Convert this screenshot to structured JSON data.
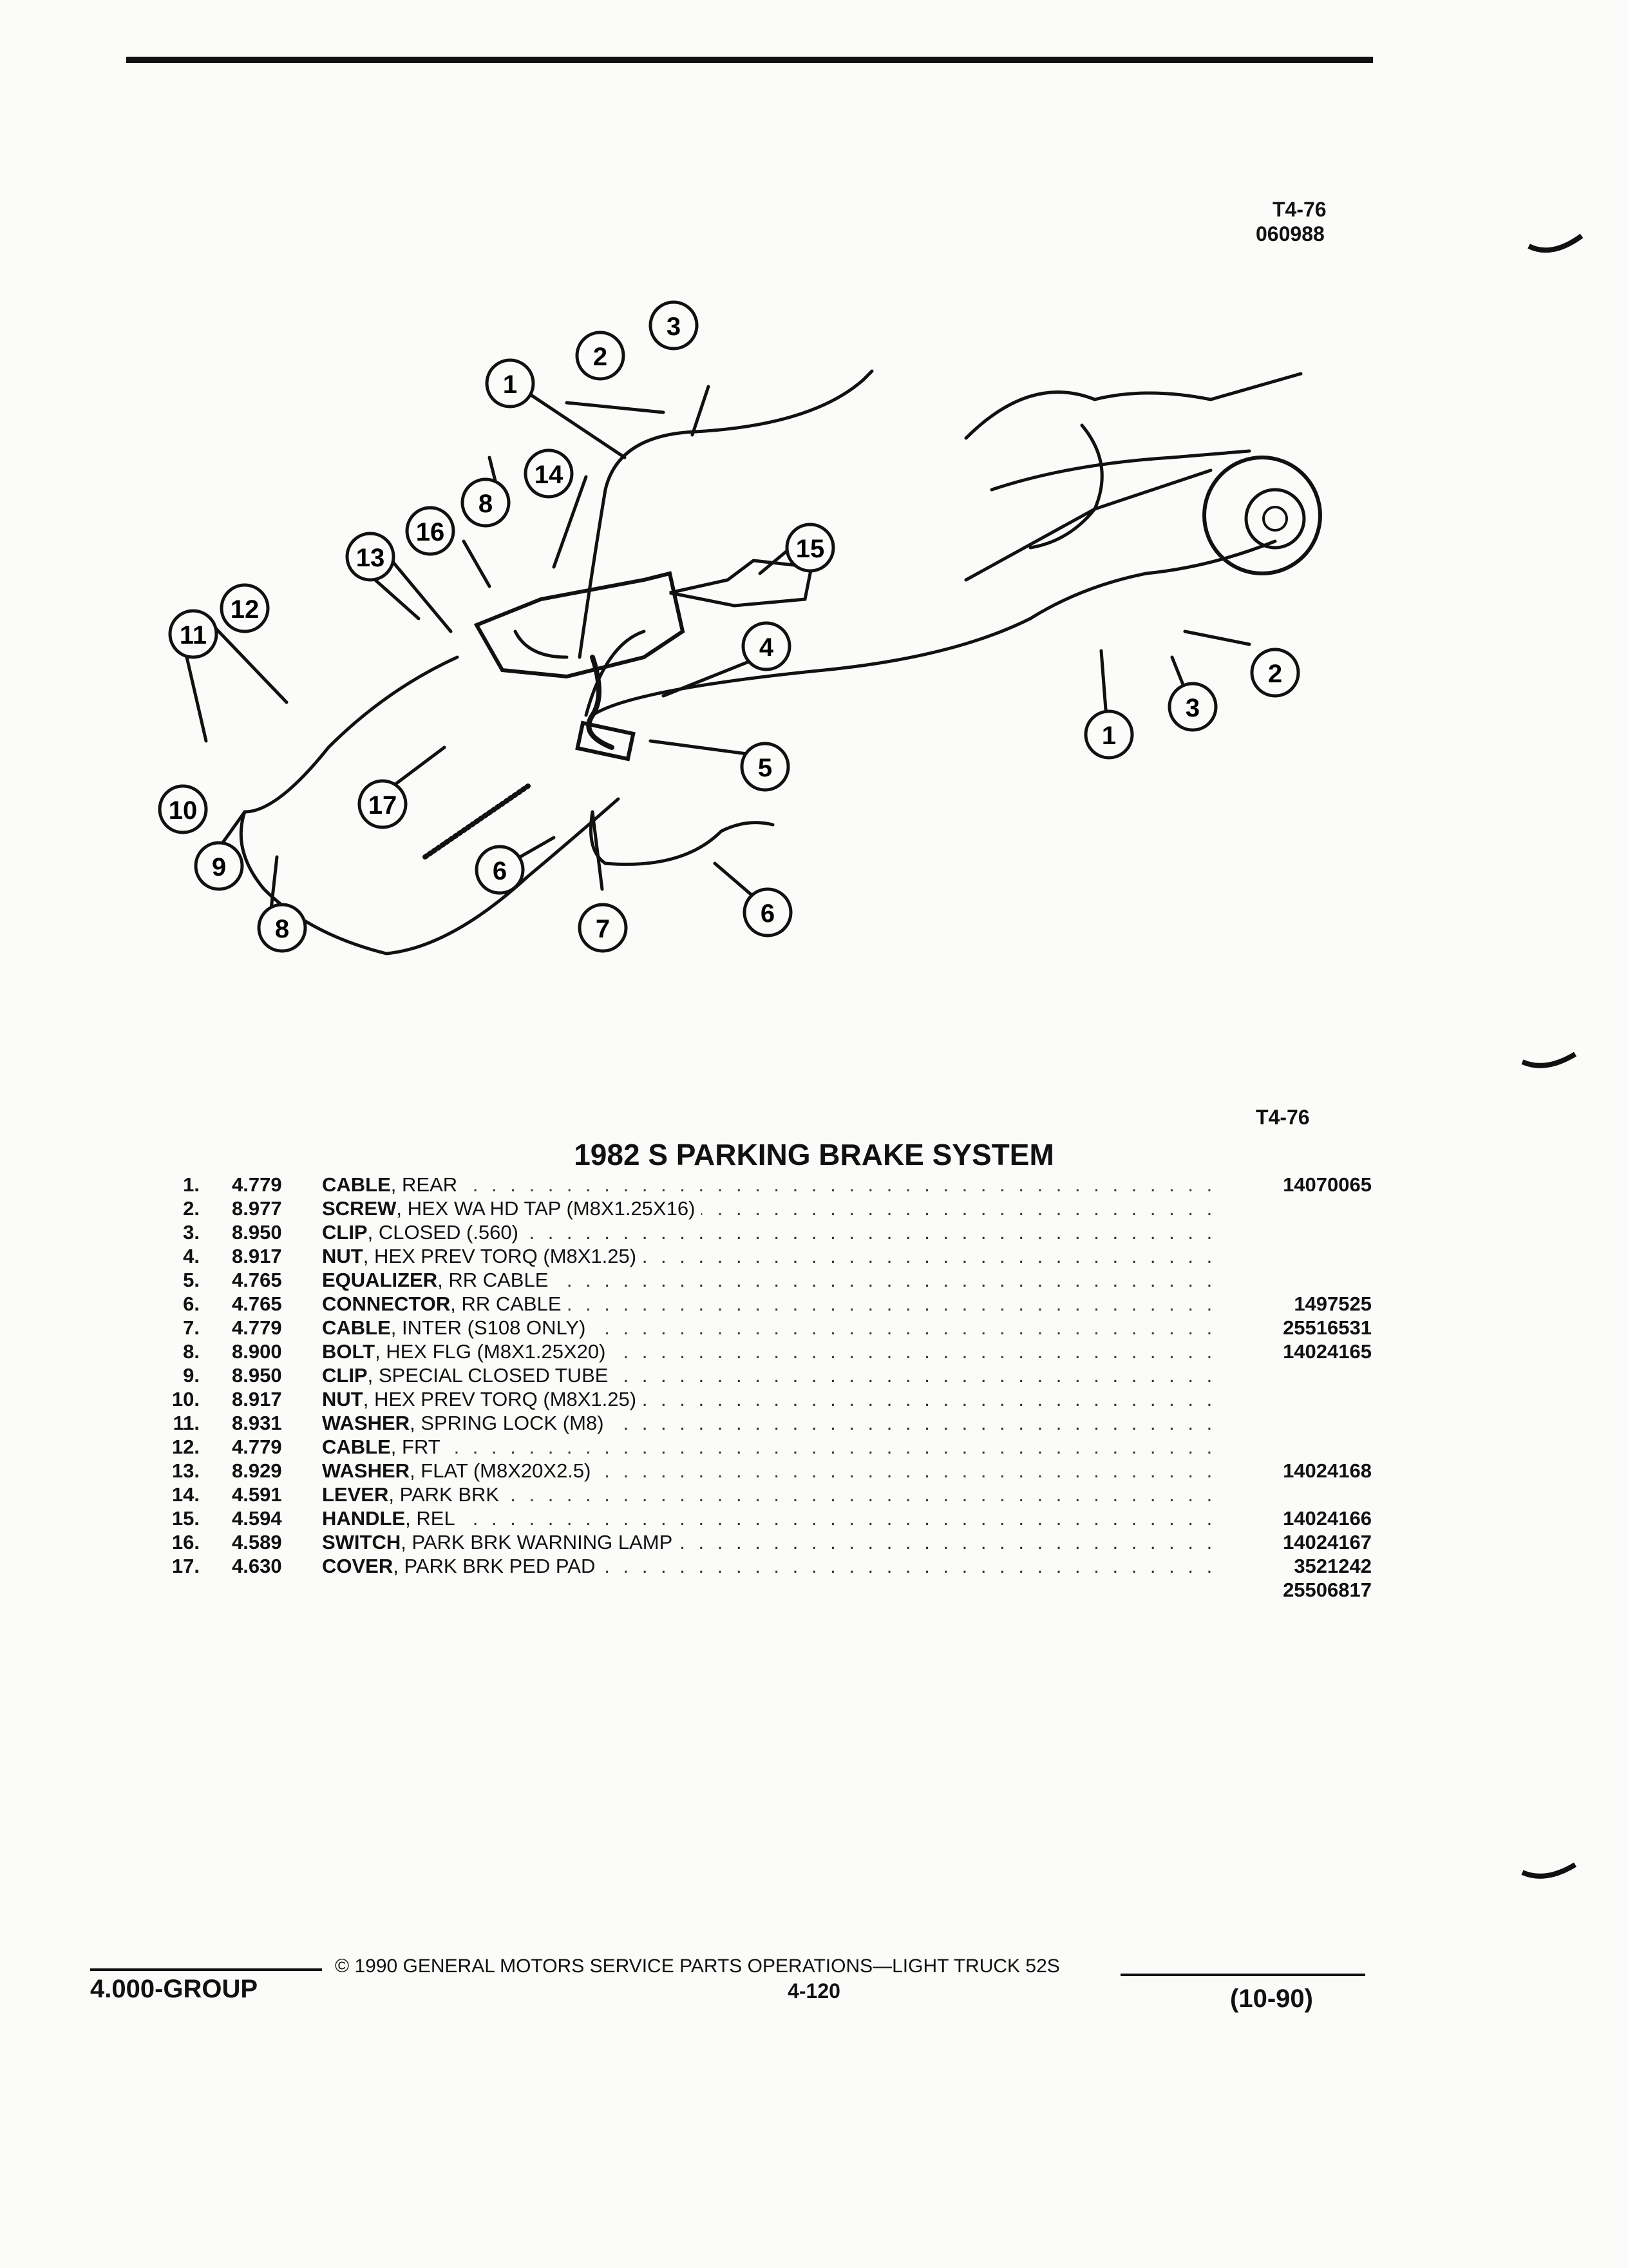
{
  "header": {
    "code": "T4-76",
    "date_code": "060988"
  },
  "diagram": {
    "callouts": [
      "1",
      "2",
      "3",
      "8",
      "14",
      "16",
      "13",
      "15",
      "12",
      "11",
      "4",
      "1",
      "3",
      "2",
      "5",
      "17",
      "10",
      "9",
      "8",
      "6",
      "7",
      "6"
    ]
  },
  "figure_ref": "T4-76",
  "title": "1982 S PARKING BRAKE SYSTEM",
  "parts": [
    {
      "num": "1.",
      "grp": "4.779",
      "name": "CABLE",
      "detail": ", REAR",
      "pn": "14070065"
    },
    {
      "num": "2.",
      "grp": "8.977",
      "name": "SCREW",
      "detail": ", HEX WA HD TAP (M8X1.25X16)",
      "pn": ""
    },
    {
      "num": "3.",
      "grp": "8.950",
      "name": "CLIP",
      "detail": ", CLOSED (.560)",
      "pn": ""
    },
    {
      "num": "4.",
      "grp": "8.917",
      "name": "NUT",
      "detail": ", HEX PREV TORQ (M8X1.25)",
      "pn": ""
    },
    {
      "num": "5.",
      "grp": "4.765",
      "name": "EQUALIZER",
      "detail": ", RR CABLE",
      "pn": ""
    },
    {
      "num": "6.",
      "grp": "4.765",
      "name": "CONNECTOR",
      "detail": ", RR CABLE",
      "pn": "1497525"
    },
    {
      "num": "7.",
      "grp": "4.779",
      "name": "CABLE",
      "detail": ", INTER (S108 ONLY)",
      "pn": "25516531"
    },
    {
      "num": "8.",
      "grp": "8.900",
      "name": "BOLT",
      "detail": ", HEX FLG (M8X1.25X20)",
      "pn": "14024165"
    },
    {
      "num": "9.",
      "grp": "8.950",
      "name": "CLIP",
      "detail": ", SPECIAL CLOSED TUBE",
      "pn": ""
    },
    {
      "num": "10.",
      "grp": "8.917",
      "name": "NUT",
      "detail": ", HEX PREV TORQ (M8X1.25)",
      "pn": ""
    },
    {
      "num": "11.",
      "grp": "8.931",
      "name": "WASHER",
      "detail": ", SPRING LOCK (M8)",
      "pn": ""
    },
    {
      "num": "12.",
      "grp": "4.779",
      "name": "CABLE",
      "detail": ", FRT",
      "pn": ""
    },
    {
      "num": "13.",
      "grp": "8.929",
      "name": "WASHER",
      "detail": ", FLAT (M8X20X2.5)",
      "pn": "14024168"
    },
    {
      "num": "14.",
      "grp": "4.591",
      "name": "LEVER",
      "detail": ", PARK BRK",
      "pn": ""
    },
    {
      "num": "15.",
      "grp": "4.594",
      "name": "HANDLE",
      "detail": ", REL",
      "pn": "14024166"
    },
    {
      "num": "16.",
      "grp": "4.589",
      "name": "SWITCH",
      "detail": ", PARK BRK WARNING LAMP",
      "pn": "14024167"
    },
    {
      "num": "17.",
      "grp": "4.630",
      "name": "COVER",
      "detail": ", PARK BRK PED PAD",
      "pn": "3521242"
    },
    {
      "num": "",
      "grp": "",
      "name": "",
      "detail": "",
      "pn": "25506817"
    }
  ],
  "footer": {
    "group": "4.000-GROUP",
    "copyright": "© 1990 GENERAL MOTORS SERVICE PARTS OPERATIONS—LIGHT TRUCK 52S",
    "page": "4-120",
    "date": "(10-90)"
  }
}
